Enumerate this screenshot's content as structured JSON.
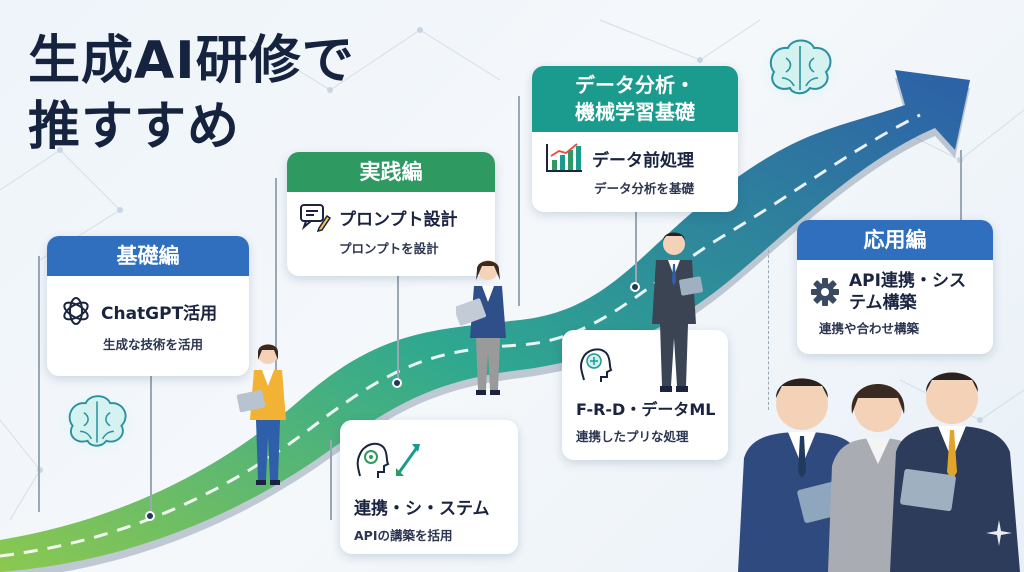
{
  "title": {
    "line1": "生成AI研修で",
    "line2": "推すすめ"
  },
  "stages": {
    "basic": {
      "header": "基礎編",
      "item_title": "ChatGPT活用",
      "item_sub": "生成な技術を活用",
      "icon": "openai-logo-icon",
      "color": "#2f6fbe"
    },
    "practice": {
      "header": "実践編",
      "item_title": "プロンプト設計",
      "item_sub": "プロンプトを設計",
      "icon": "chat-pencil-icon",
      "color": "#2e9a62"
    },
    "data": {
      "header_line1": "データ分析・",
      "header_line2": "機械学習基礎",
      "item_title": "データ前処理",
      "item_sub": "データ分析を基礎",
      "icon": "bar-chart-icon",
      "color": "#1b9a8e"
    },
    "apply": {
      "header": "応用編",
      "item_title": "API連携・システム構築",
      "item_sub": "連携や合わせ構築",
      "icon": "gear-icon",
      "color": "#2f6fbe"
    }
  },
  "info_cards": {
    "link": {
      "title": "連携・シ・ステム",
      "sub": "APIの講築を括用",
      "icon": "head-gear-icon"
    },
    "rd": {
      "title": "F-R-D・データML",
      "sub": "連携したプリな処理",
      "icon": "ai-head-icon"
    }
  },
  "colors": {
    "road_start": "#8cc850",
    "road_mid": "#2fa890",
    "road_end": "#2d5fa8",
    "title": "#15233f"
  }
}
